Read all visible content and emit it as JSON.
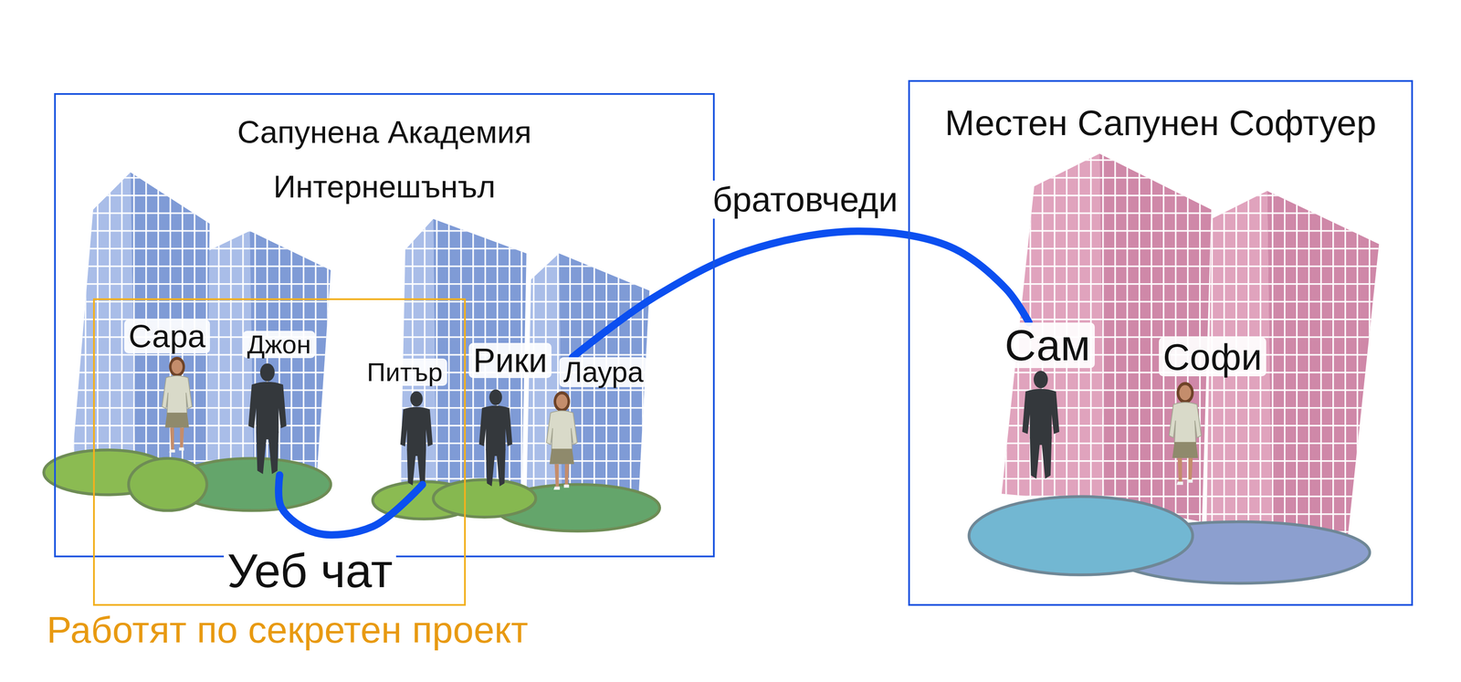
{
  "diagram": {
    "nodes": [
      {
        "text": [
          "Сапунена Академия Интернешънъл"
        ]
      },
      {
        "text": [
          "Работят по секретен проект"
        ],
        "in": 0
      },
      {
        "text": [
          "Сара"
        ],
        "in": 1
      },
      {
        "text": [
          "Джон"
        ],
        "in": 1
      },
      {
        "text": [
          "Питър"
        ],
        "in": 1
      },
      {
        "text": [
          "Рики"
        ],
        "in": 0
      },
      {
        "text": [
          "Лаура"
        ],
        "in": 0
      },
      {
        "text": [
          "Местен Сапунен Софтуер"
        ]
      },
      {
        "text": [
          "Сам"
        ],
        "in": 7
      },
      {
        "text": [
          "Софи"
        ],
        "in": 7
      }
    ],
    "edges": [
      {
        "from": 3,
        "to": 4,
        "label": "Уеб чат",
        "arrow": "none"
      },
      {
        "from": 6,
        "to": 8,
        "label": "братовчеди",
        "arrow": "none"
      }
    ]
  }
}
